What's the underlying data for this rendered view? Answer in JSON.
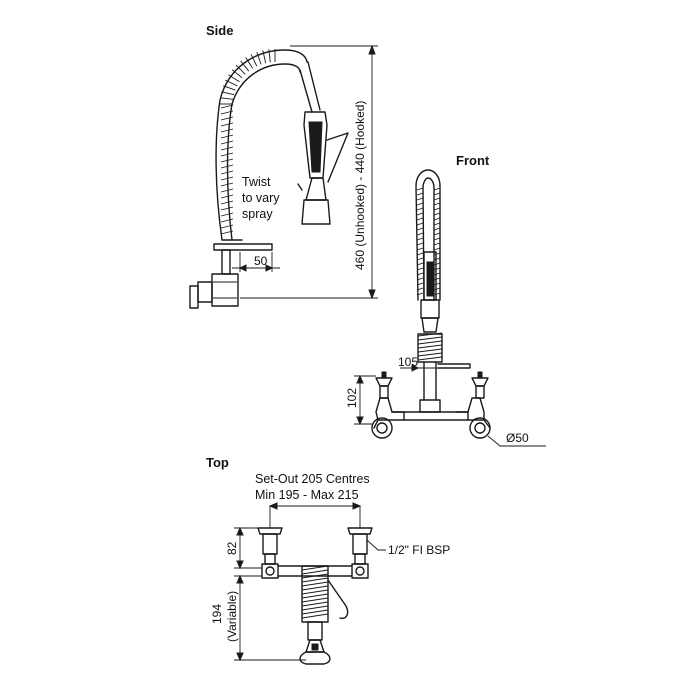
{
  "views": {
    "side": {
      "title": "Side",
      "note_line1": "Twist",
      "note_line2": "to vary",
      "note_line3": "spray",
      "dim_offset": "50",
      "dim_height": "460 (Unhooked) - 440 (Hooked)"
    },
    "front": {
      "title": "Front",
      "dim_reach": "105",
      "dim_height": "102",
      "dim_diameter": "Ø50"
    },
    "top": {
      "title": "Top",
      "setout_line1": "Set-Out 205 Centres",
      "setout_line2": "Min 195 - Max 215",
      "dim_depth": "82",
      "dim_length_line1": "194",
      "dim_length_line2": "(Variable)",
      "thread": "1/2\" FI BSP"
    }
  }
}
